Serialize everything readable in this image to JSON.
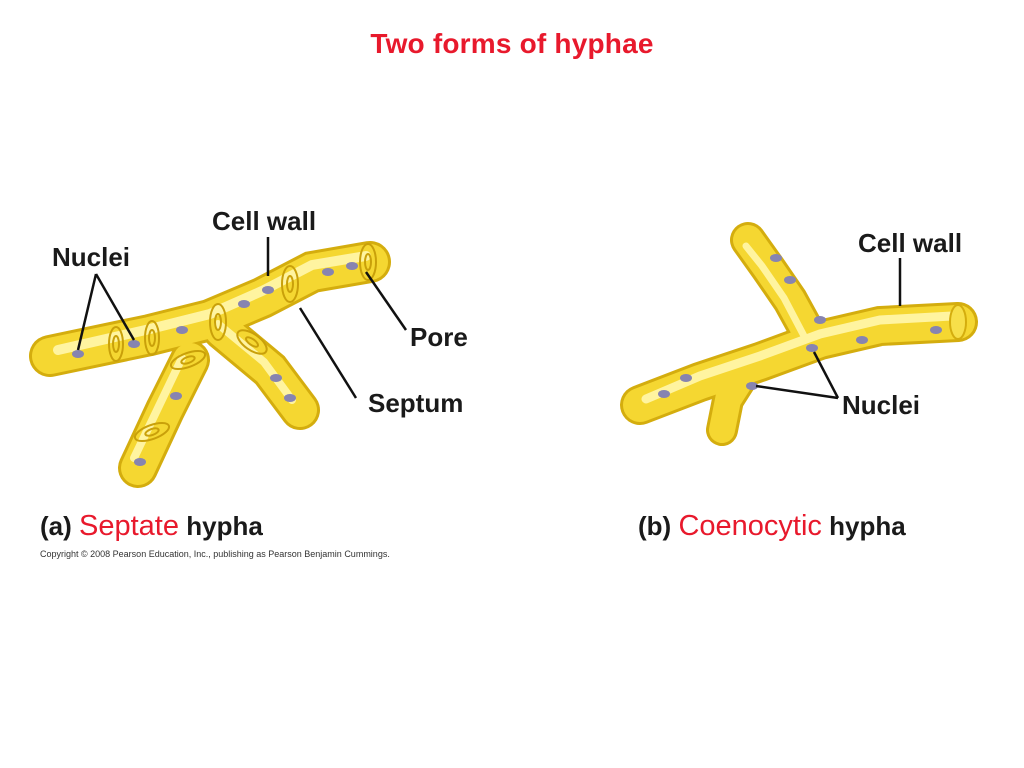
{
  "title": "Two forms of hyphae",
  "colors": {
    "title": "#e8192c",
    "accent": "#e8192c",
    "hypha_fill": "#f7dc3a",
    "hypha_highlight": "#fff7b0",
    "hypha_edge": "#d9b20c",
    "nucleus": "#8a87b2",
    "text": "#1a1a1a"
  },
  "panel_a": {
    "labels": {
      "cell_wall": "Cell wall",
      "nuclei": "Nuclei",
      "pore": "Pore",
      "septum": "Septum"
    },
    "caption": {
      "prefix": "(a)",
      "emphasis": "Septate",
      "suffix": "hypha"
    }
  },
  "panel_b": {
    "labels": {
      "cell_wall": "Cell wall",
      "nuclei": "Nuclei"
    },
    "caption": {
      "prefix": "(b)",
      "emphasis": "Coenocytic",
      "suffix": "hypha"
    }
  },
  "copyright": "Copyright © 2008 Pearson Education, Inc., publishing as Pearson Benjamin Cummings."
}
